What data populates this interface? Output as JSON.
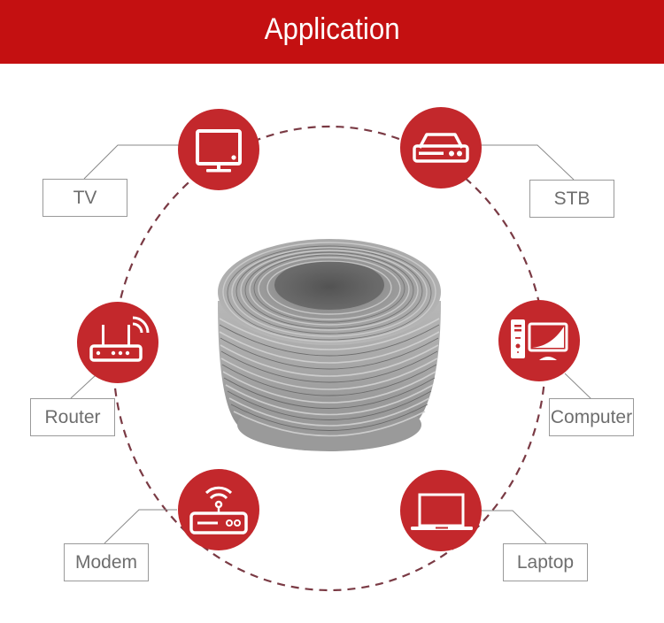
{
  "header": {
    "title": "Application",
    "background_color": "#c41011"
  },
  "center": {
    "image": "cable-coil-icon",
    "description": "Gray network cable coil"
  },
  "ring": {
    "style": "dashed",
    "color": "#7a3a44"
  },
  "nodes": [
    {
      "id": "tv",
      "label": "TV",
      "icon": "tv-icon"
    },
    {
      "id": "stb",
      "label": "STB",
      "icon": "set-top-box-icon"
    },
    {
      "id": "router",
      "label": "Router",
      "icon": "router-icon"
    },
    {
      "id": "computer",
      "label": "Computer",
      "icon": "desktop-computer-icon"
    },
    {
      "id": "modem",
      "label": "Modem",
      "icon": "modem-icon"
    },
    {
      "id": "laptop",
      "label": "Laptop",
      "icon": "laptop-icon"
    }
  ],
  "colors": {
    "node_fill": "#c3282c",
    "icon_stroke": "#ffffff",
    "label_text": "#6e6e6e",
    "label_border": "#9a9a9a",
    "connector": "#8a8a8a"
  }
}
